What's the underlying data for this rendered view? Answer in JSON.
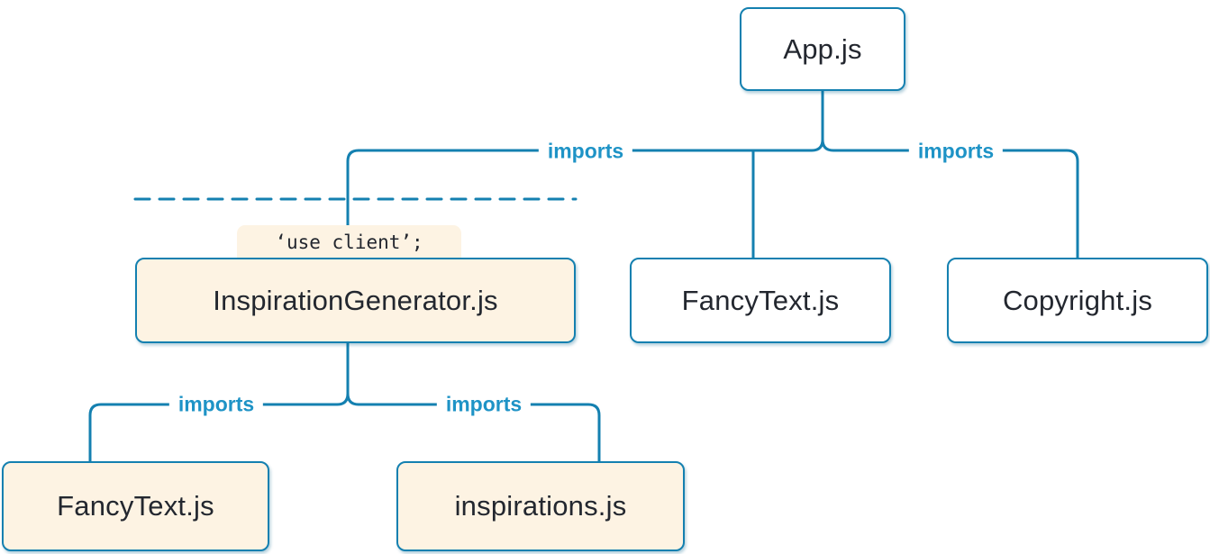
{
  "diagram": {
    "type": "module-dependency-tree",
    "colors": {
      "line": "#1480b0",
      "box_border": "#1480b0",
      "box_text": "#23272f",
      "imports_label": "#1e93c6",
      "client_box_background": "#fdf3e3",
      "server_box_background": "#ffffff",
      "page_background": "#ffffff"
    },
    "nodes": {
      "app": {
        "label": "App.js",
        "variant": "server"
      },
      "inspiration_generator": {
        "label": "InspirationGenerator.js",
        "variant": "client",
        "directive": "‘use client’;"
      },
      "fancy_text_top": {
        "label": "FancyText.js",
        "variant": "server"
      },
      "copyright": {
        "label": "Copyright.js",
        "variant": "server"
      },
      "fancy_text_bottom": {
        "label": "FancyText.js",
        "variant": "client"
      },
      "inspirations": {
        "label": "inspirations.js",
        "variant": "client"
      }
    },
    "edges": {
      "app_to_inspiration_generator": {
        "label": "imports"
      },
      "app_to_copyright": {
        "label": "imports"
      },
      "inspiration_generator_to_fancy_text": {
        "label": "imports"
      },
      "inspiration_generator_to_inspirations": {
        "label": "imports"
      }
    }
  }
}
